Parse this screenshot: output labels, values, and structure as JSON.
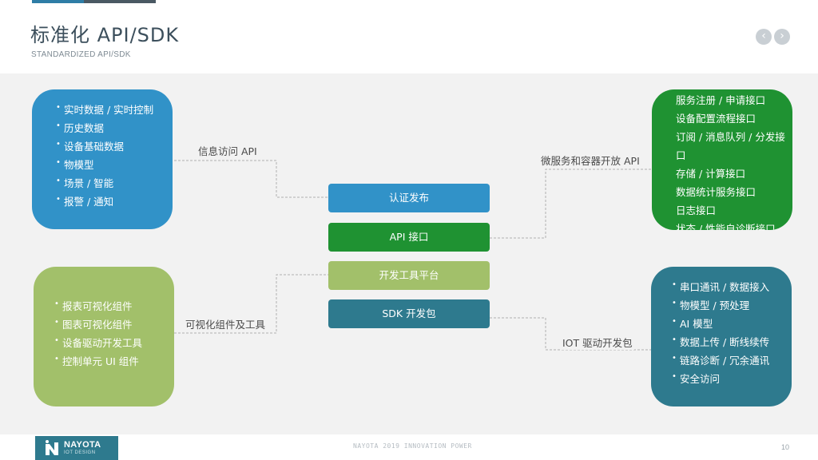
{
  "header": {
    "title": "标准化 API/SDK",
    "subtitle": "STANDARDIZED API/SDK",
    "prev_icon": "‹",
    "next_icon": "›"
  },
  "cards": {
    "top_left": [
      "实时数据 / 实时控制",
      "历史数据",
      "设备基础数据",
      "物模型",
      "场景 / 智能",
      "报警 / 通知"
    ],
    "bottom_left": [
      "报表可视化组件",
      "图表可视化组件",
      "设备驱动开发工具",
      "控制单元 UI 组件"
    ],
    "top_right": [
      "服务注册 / 申请接口",
      "设备配置流程接口",
      "订阅 / 消息队列 / 分发接口",
      "存储 / 计算接口",
      "数据统计服务接口",
      "日志接口",
      "状态 / 性能自诊断接口"
    ],
    "bottom_right": [
      "串口通讯 / 数据接入",
      "物模型 / 预处理",
      "AI 模型",
      "数据上传 / 断线续传",
      "链路诊断 / 冗余通讯",
      "安全访问"
    ]
  },
  "center": {
    "auth": "认证发布",
    "api": "API 接口",
    "devtools": "开发工具平台",
    "sdk": "SDK 开发包"
  },
  "connectors": {
    "info_api": "信息访问 API",
    "visual_tools": "可视化组件及工具",
    "microservice_api": "微服务和容器开放 API",
    "iot_driver": "IOT 驱动开发包"
  },
  "footer": {
    "logo_name": "NAYOTA",
    "logo_sub": "IOT DESIGN",
    "center_text": "NAYOTA 2019  INNOVATION POWER",
    "page_number": "10"
  },
  "colors": {
    "blue": "#3192c8",
    "green": "#1f9232",
    "light_green": "#a2c06a",
    "teal": "#2e7a8e",
    "background": "#f2f2f2"
  }
}
